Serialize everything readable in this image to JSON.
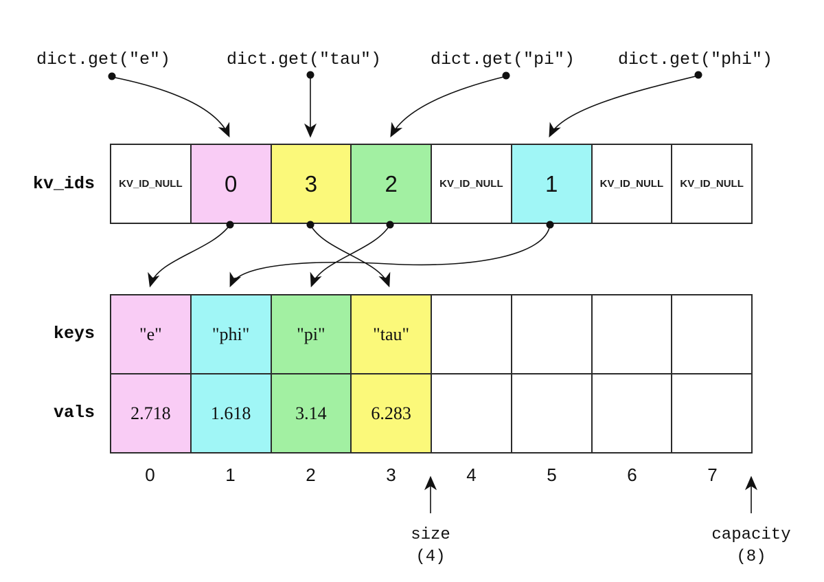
{
  "diagram": {
    "calls": [
      {
        "label": "dict.get(\"e\")"
      },
      {
        "label": "dict.get(\"tau\")"
      },
      {
        "label": "dict.get(\"pi\")"
      },
      {
        "label": "dict.get(\"phi\")"
      }
    ],
    "rows": {
      "kv_ids": {
        "label": "kv_ids",
        "cells": [
          {
            "text": "KV_ID_NULL",
            "bg": "#ffffff"
          },
          {
            "text": "0",
            "bg": "#f9ccf5"
          },
          {
            "text": "3",
            "bg": "#fbf97a"
          },
          {
            "text": "2",
            "bg": "#a2f0a2"
          },
          {
            "text": "KV_ID_NULL",
            "bg": "#ffffff"
          },
          {
            "text": "1",
            "bg": "#a0f6f6"
          },
          {
            "text": "KV_ID_NULL",
            "bg": "#ffffff"
          },
          {
            "text": "KV_ID_NULL",
            "bg": "#ffffff"
          }
        ]
      },
      "keys": {
        "label": "keys",
        "cells": [
          {
            "text": "\"e\"",
            "bg": "#f9ccf5"
          },
          {
            "text": "\"phi\"",
            "bg": "#a0f6f6"
          },
          {
            "text": "\"pi\"",
            "bg": "#a2f0a2"
          },
          {
            "text": "\"tau\"",
            "bg": "#fbf97a"
          },
          {
            "text": "",
            "bg": "#ffffff"
          },
          {
            "text": "",
            "bg": "#ffffff"
          },
          {
            "text": "",
            "bg": "#ffffff"
          },
          {
            "text": "",
            "bg": "#ffffff"
          }
        ]
      },
      "vals": {
        "label": "vals",
        "cells": [
          {
            "text": "2.718",
            "bg": "#f9ccf5"
          },
          {
            "text": "1.618",
            "bg": "#a0f6f6"
          },
          {
            "text": "3.14",
            "bg": "#a2f0a2"
          },
          {
            "text": "6.283",
            "bg": "#fbf97a"
          },
          {
            "text": "",
            "bg": "#ffffff"
          },
          {
            "text": "",
            "bg": "#ffffff"
          },
          {
            "text": "",
            "bg": "#ffffff"
          },
          {
            "text": "",
            "bg": "#ffffff"
          }
        ]
      }
    },
    "indices": [
      "0",
      "1",
      "2",
      "3",
      "4",
      "5",
      "6",
      "7"
    ],
    "annotations": {
      "size": {
        "label": "size",
        "value": "(4)"
      },
      "capacity": {
        "label": "capacity",
        "value": "(8)"
      }
    },
    "palette": {
      "pink": "#f9ccf5",
      "yellow": "#fbf97a",
      "green": "#a2f0a2",
      "cyan": "#a0f6f6",
      "line": "#111111",
      "border": "#2b2b2b"
    }
  }
}
